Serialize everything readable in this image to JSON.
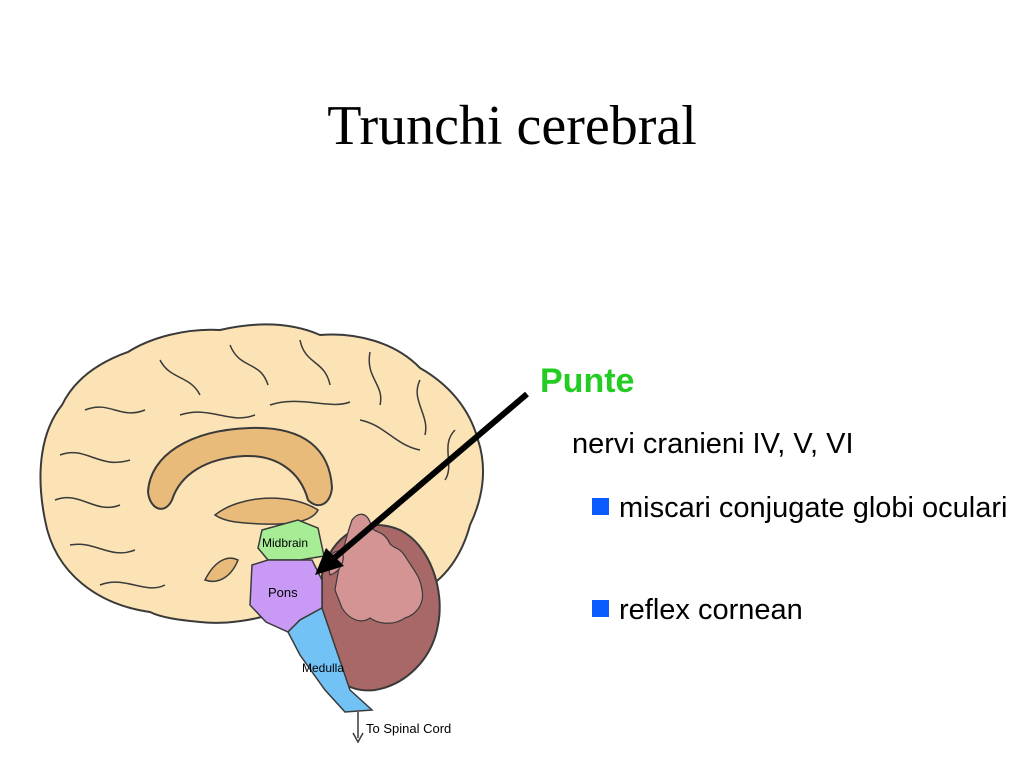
{
  "slide": {
    "title": "Trunchi cerebral"
  },
  "diagram": {
    "labels": {
      "midbrain": "Midbrain",
      "pons": "Pons",
      "medulla": "Medulla",
      "spinal_cord": "To Spinal Cord"
    }
  },
  "notes": {
    "heading": "Punte",
    "subheading": "nervi cranieni IV, V, VI",
    "bullets": [
      {
        "text": "miscari conjugate globi oculari"
      },
      {
        "text": "reflex cornean"
      }
    ]
  },
  "colors": {
    "heading": "#22cc22",
    "bullet": "#0a5cff",
    "cortex": "#fbe3b6",
    "corpus_callosum": "#e9bb7a",
    "midbrain": "#a6ed95",
    "pons": "#c99af5",
    "medulla": "#72c2f5",
    "cerebellum": "#a86868",
    "arbor": "#d49494"
  }
}
